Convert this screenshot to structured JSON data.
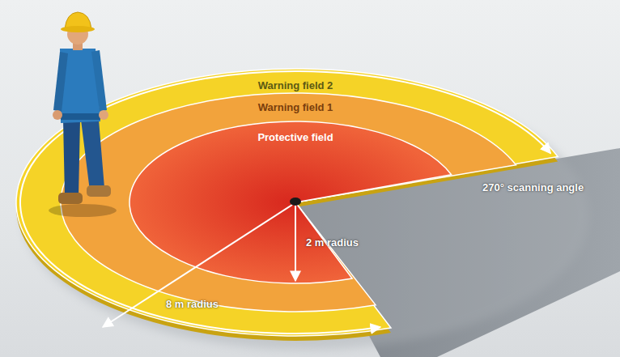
{
  "diagram": {
    "nodes": [
      {
        "text": [
          "Warning field 2"
        ]
      },
      {
        "text": [
          "Warning field 1"
        ],
        "in": 0
      },
      {
        "text": [
          "Protective field"
        ],
        "in": 1
      }
    ],
    "labels": [
      "270° scanning angle",
      "2 m radius",
      "8 m radius"
    ]
  }
}
